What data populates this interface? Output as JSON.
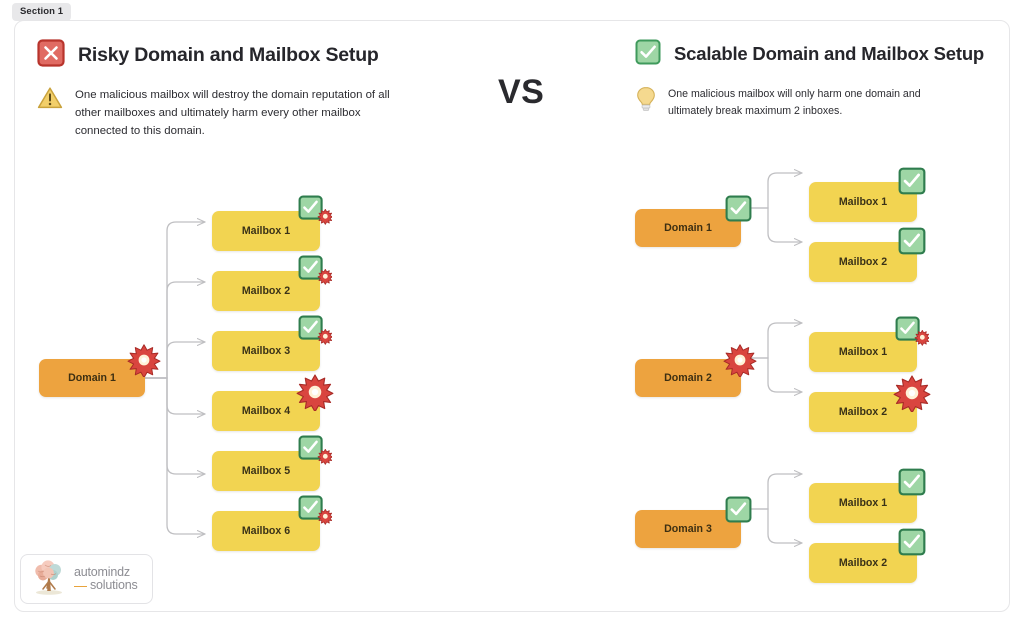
{
  "section_tab": "Section 1",
  "vs_label": "VS",
  "panels": {
    "left": {
      "icon": "red-x-checkbox-icon",
      "title": "Risky Domain and Mailbox Setup",
      "note_icon": "warning-triangle-icon",
      "note": "One malicious mailbox will destroy the domain reputation of all other mailboxes and ultimately harm every other mailbox connected to this domain.",
      "domain": {
        "label": "Domain 1",
        "status": "explosion"
      },
      "mailboxes": [
        {
          "label": "Mailbox 1",
          "status": "check-with-explosion"
        },
        {
          "label": "Mailbox 2",
          "status": "check-with-explosion"
        },
        {
          "label": "Mailbox 3",
          "status": "check-with-explosion"
        },
        {
          "label": "Mailbox 4",
          "status": "explosion"
        },
        {
          "label": "Mailbox 5",
          "status": "check-with-explosion"
        },
        {
          "label": "Mailbox 6",
          "status": "check-with-explosion"
        }
      ]
    },
    "right": {
      "icon": "green-check-checkbox-icon",
      "title": "Scalable Domain and Mailbox Setup",
      "note_icon": "lightbulb-icon",
      "note": "One malicious mailbox will only harm one domain and ultimately break maximum 2 inboxes.",
      "groups": [
        {
          "domain": {
            "label": "Domain 1",
            "status": "check"
          },
          "mailboxes": [
            {
              "label": "Mailbox 1",
              "status": "check"
            },
            {
              "label": "Mailbox 2",
              "status": "check"
            }
          ]
        },
        {
          "domain": {
            "label": "Domain 2",
            "status": "explosion"
          },
          "mailboxes": [
            {
              "label": "Mailbox 1",
              "status": "check-with-explosion"
            },
            {
              "label": "Mailbox 2",
              "status": "explosion"
            }
          ]
        },
        {
          "domain": {
            "label": "Domain 3",
            "status": "check"
          },
          "mailboxes": [
            {
              "label": "Mailbox 1",
              "status": "check"
            },
            {
              "label": "Mailbox 2",
              "status": "check"
            }
          ]
        }
      ]
    }
  },
  "logo": {
    "line1": "automindz",
    "line2": "solutions",
    "icon": "brain-tree-logo-icon"
  },
  "colors": {
    "domain_fill": "#EDA33F",
    "mailbox_fill": "#F2D451",
    "check_green": "#6DBE7B",
    "check_border": "#2F7D4E",
    "explosion_red": "#D9453F",
    "connector_gray": "#BFBFC2",
    "card_border": "#E6E6E8",
    "text_dark": "#26262B"
  }
}
